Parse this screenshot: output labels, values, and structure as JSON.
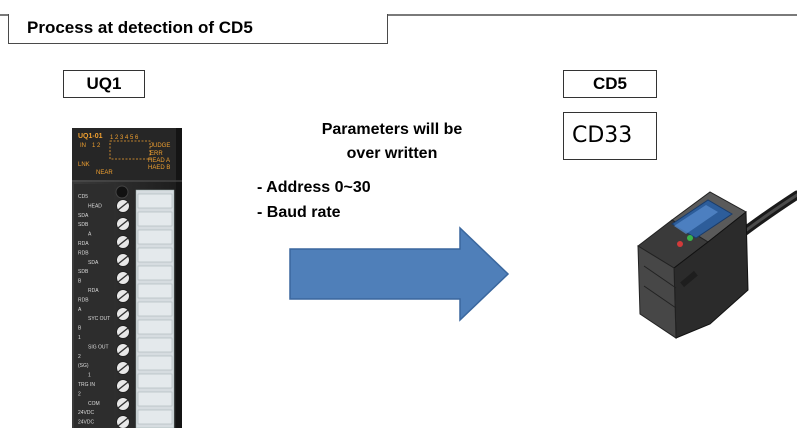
{
  "title": "Process at detection of CD5",
  "uq1_label": "UQ1",
  "cd5_label": "CD5",
  "cd33_text": "CD33",
  "message": {
    "line1": "Parameters will be",
    "line2": "over written"
  },
  "items": [
    "- Address 0~30",
    "- Baud rate"
  ],
  "uq1_device": {
    "model": "UQ1-01",
    "in_label": "IN",
    "in_nums": "1   2",
    "ch_nums": "1 2 3 4 5 6",
    "judge": "JUDGE",
    "err": "ERR",
    "head_a": "HEAD A",
    "haed_b": "HAED B",
    "lnk": "LNK",
    "near": "NEAR",
    "terminals": [
      "CD5",
      "HEAD",
      "SDA",
      "SDB",
      "A",
      "RDA",
      "RDB",
      "SDA",
      "SDB",
      "B",
      "RDA",
      "RDB",
      "A",
      "SYC OUT",
      "B",
      "1",
      "SIG OUT",
      "2",
      "(SG)",
      "1",
      "TRG IN",
      "2",
      "COM",
      "24VDC",
      "24VDC"
    ]
  },
  "colors": {
    "arrow_fill": "#4f7fb9",
    "arrow_stroke": "#3a679e",
    "device_orange": "#f0a030"
  }
}
